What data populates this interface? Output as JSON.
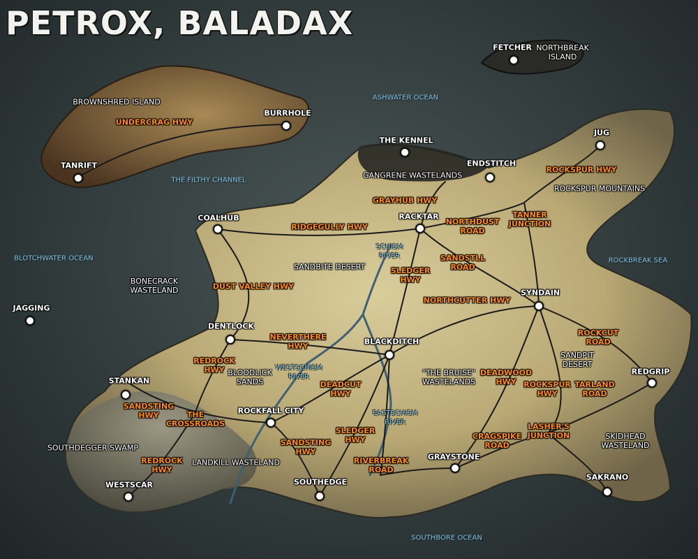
{
  "title": "PETROX, BALADAX",
  "cities": [
    {
      "id": "fetcher",
      "name": "FETCHER"
    },
    {
      "id": "burrhole",
      "name": "BURRHOLE"
    },
    {
      "id": "tanrift",
      "name": "TANRIFT"
    },
    {
      "id": "the-kennel",
      "name": "THE KENNEL"
    },
    {
      "id": "endstitch",
      "name": "ENDSTITCH"
    },
    {
      "id": "jug",
      "name": "JUG"
    },
    {
      "id": "coalhub",
      "name": "COALHUB"
    },
    {
      "id": "racktar",
      "name": "RACKTAR"
    },
    {
      "id": "jagging",
      "name": "JAGGING"
    },
    {
      "id": "syndain",
      "name": "SYNDAIN"
    },
    {
      "id": "dentlock",
      "name": "DENTLOCK"
    },
    {
      "id": "blackditch",
      "name": "BLACKDITCH"
    },
    {
      "id": "redgrip",
      "name": "REDGRIP"
    },
    {
      "id": "stankan",
      "name": "STANKAN"
    },
    {
      "id": "rockfall-city",
      "name": "ROCKFALL CITY"
    },
    {
      "id": "graystone",
      "name": "GRAYSTONE"
    },
    {
      "id": "sakrano",
      "name": "SAKRANO"
    },
    {
      "id": "westscar",
      "name": "WESTSCAR"
    },
    {
      "id": "southedge",
      "name": "SOUTHEDGE"
    }
  ],
  "regions": [
    {
      "id": "northbreak-island",
      "name": "NORTHBREAK\nISLAND"
    },
    {
      "id": "brownshred-island",
      "name": "BROWNSHRED ISLAND"
    },
    {
      "id": "gangrene-wastelands",
      "name": "GANGRENE WASTELANDS"
    },
    {
      "id": "rockspur-mountains",
      "name": "ROCKSPUR MOUNTAINS"
    },
    {
      "id": "sandbite-desert",
      "name": "SANDBITE DESERT"
    },
    {
      "id": "bonecrack-wasteland",
      "name": "BONECRACK\nWASTELAND"
    },
    {
      "id": "bloodlick-sands",
      "name": "BLOODLICK\nSANDS"
    },
    {
      "id": "the-bruise-wastelands",
      "name": "\"THE BRUISE\"\nWASTELANDS"
    },
    {
      "id": "sandpit-desert",
      "name": "SANDPIT\nDESERT"
    },
    {
      "id": "southdegger-swamp",
      "name": "SOUTHDEGGER SWAMP"
    },
    {
      "id": "landkill-wasteland",
      "name": "LANDKILL WASTELAND"
    },
    {
      "id": "skidhead-wasteland",
      "name": "SKIDHEAD\nWASTELAND"
    }
  ],
  "waters": [
    {
      "id": "ashwater-ocean",
      "name": "ASHWATER OCEAN"
    },
    {
      "id": "the-filthy-channel",
      "name": "THE FILTHY CHANNEL"
    },
    {
      "id": "blotchwater-ocean",
      "name": "BLOTCHWATER OCEAN"
    },
    {
      "id": "rockbreak-sea",
      "name": "ROCKBREAK SEA"
    },
    {
      "id": "southbore-ocean",
      "name": "SOUTHBORE OCEAN"
    }
  ],
  "rivers": [
    {
      "id": "schism-river",
      "name": "SCHISM\nRIVER"
    },
    {
      "id": "westschism-river",
      "name": "WESTSCHISM\nRIVER"
    },
    {
      "id": "eastschism-river",
      "name": "EASTSCHISM\nRIVER"
    }
  ],
  "highways": [
    {
      "id": "undercrag-hwy",
      "name": "UNDERCRAG HWY"
    },
    {
      "id": "grayhub-hwy",
      "name": "GRAYHUB HWY"
    },
    {
      "id": "rockspur-hwy-north",
      "name": "ROCKSPUR HWY"
    },
    {
      "id": "ridgegully-hwy",
      "name": "RIDGEGULLY HWY"
    },
    {
      "id": "northdust-road",
      "name": "NORTHDUST\nROAD"
    },
    {
      "id": "tanner-junction",
      "name": "TANNER\nJUNCTION"
    },
    {
      "id": "sandstll-road",
      "name": "SANDSTLL\nROAD"
    },
    {
      "id": "dust-valley-hwy",
      "name": "DUST VALLEY HWY"
    },
    {
      "id": "sledger-hwy-north",
      "name": "SLEDGER\nHWY"
    },
    {
      "id": "northcutter-hwy",
      "name": "NORTHCUTTER HWY"
    },
    {
      "id": "neverthere-hwy",
      "name": "NEVERTHERE\nHWY"
    },
    {
      "id": "rockcut-road",
      "name": "ROCKCUT\nROAD"
    },
    {
      "id": "redrock-hwy-north",
      "name": "REDROCK\nHWY"
    },
    {
      "id": "deadcut-hwy",
      "name": "DEADCUT\nHWY"
    },
    {
      "id": "deadwood-hwy",
      "name": "DEADWOOD\nHWY"
    },
    {
      "id": "rockspur-hwy-south",
      "name": "ROCKSPUR\nHWY"
    },
    {
      "id": "tarland-road",
      "name": "TARLAND\nROAD"
    },
    {
      "id": "sandsting-hwy-west",
      "name": "SANDSTING\nHWY"
    },
    {
      "id": "the-crossroads",
      "name": "THE\nCROSSROADS"
    },
    {
      "id": "sledger-hwy-south",
      "name": "SLEDGER\nHWY"
    },
    {
      "id": "lashers-junction",
      "name": "LASHER'S\nJUNCTION"
    },
    {
      "id": "cragspike-road",
      "name": "CRAGSPIKE\nROAD"
    },
    {
      "id": "sandsting-hwy-south",
      "name": "SANDSTING\nHWY"
    },
    {
      "id": "redrock-hwy-south",
      "name": "REDROCK\nHWY"
    },
    {
      "id": "riverbreak-road",
      "name": "RIVERBREAK\nROAD"
    }
  ],
  "colors": {
    "land": "#c7b98a",
    "land_dark": "#6f5a3a",
    "road": "#1a1a1a",
    "river": "#3f5f73",
    "highway_label": "#ff8a1f",
    "water_label": "#7fc4e6",
    "sea": "#3a4546"
  }
}
